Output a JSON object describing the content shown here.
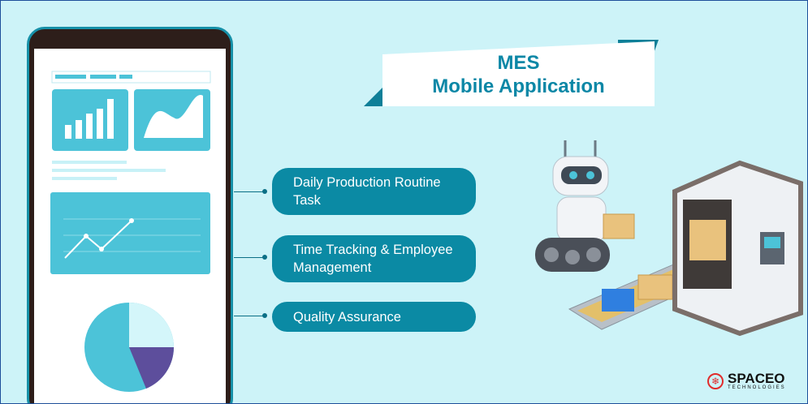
{
  "title": {
    "line1": "MES",
    "line2": "Mobile Application"
  },
  "features": [
    {
      "label": "Daily Production Routine Task"
    },
    {
      "label": "Time Tracking & Employee Management"
    },
    {
      "label": "Quality Assurance"
    }
  ],
  "logo": {
    "brand": "SPACEO",
    "sub": "TECHNOLOGIES"
  },
  "colors": {
    "background": "#cdf3f8",
    "accent": "#0b8aa4",
    "title": "#0b87a6"
  }
}
